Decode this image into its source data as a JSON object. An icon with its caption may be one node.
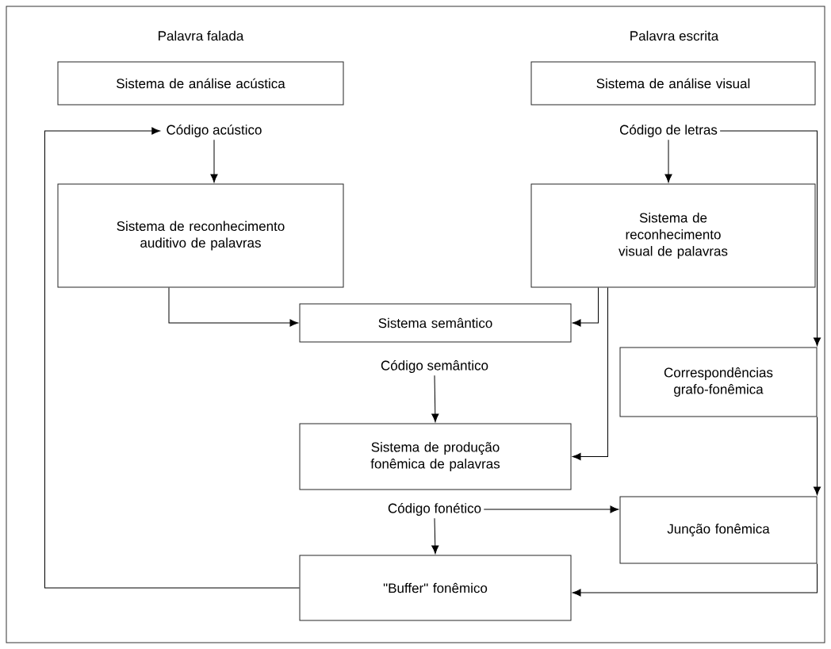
{
  "diagram": {
    "nodes": [
      {
        "text": [
          "Sistema de análise acústica"
        ]
      },
      {
        "text": [
          "Sistema de análise visual"
        ]
      },
      {
        "text": [
          "Código acústico"
        ]
      },
      {
        "text": [
          "Código de letras"
        ]
      },
      {
        "text": [
          "Sistema de reconhecimento auditivo de palavras"
        ]
      },
      {
        "text": [
          "Sistema de reconhecimento visual de palavras"
        ]
      },
      {
        "text": [
          "Sistema semântico"
        ]
      },
      {
        "text": [
          "Código semântico"
        ]
      },
      {
        "text": [
          "Sistema de produção fonêmica de palavras"
        ]
      },
      {
        "text": [
          "Correspondências grafo-fonêmica"
        ]
      },
      {
        "text": [
          "Código fonético"
        ]
      },
      {
        "text": [
          "Junção fonêmica"
        ]
      },
      {
        "text": [
          "\"Buffer\" fonêmico"
        ]
      }
    ],
    "edges": [
      {
        "from": 12,
        "to": 2,
        "arrow": "to"
      },
      {
        "from": 2,
        "to": 4,
        "arrow": "to"
      },
      {
        "from": 3,
        "to": 5,
        "arrow": "to"
      },
      {
        "from": 3,
        "to": 9,
        "arrow": "to"
      },
      {
        "from": 4,
        "to": 6,
        "arrow": "to"
      },
      {
        "from": 5,
        "to": 6,
        "arrow": "to"
      },
      {
        "from": 5,
        "to": 8,
        "arrow": "to"
      },
      {
        "from": 7,
        "to": 8,
        "arrow": "to"
      },
      {
        "from": 9,
        "to": 11,
        "arrow": "to"
      },
      {
        "from": 10,
        "to": 11,
        "arrow": "to"
      },
      {
        "from": 10,
        "to": 12,
        "arrow": "to"
      },
      {
        "from": 11,
        "to": 12,
        "arrow": "to"
      }
    ],
    "labels": [
      "Palavra falada",
      "Palavra escrita"
    ]
  }
}
